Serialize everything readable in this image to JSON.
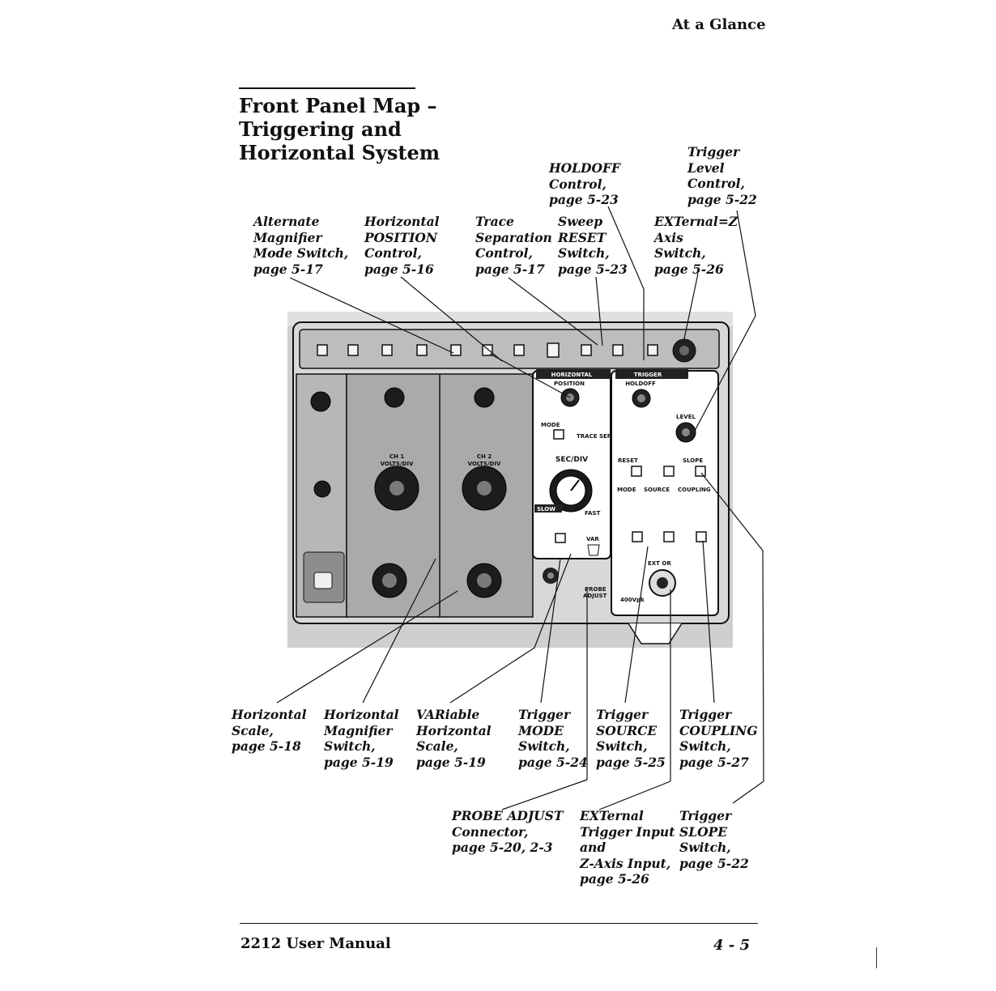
{
  "header": {
    "section": "At  a Glance"
  },
  "title": {
    "lines": [
      "Front Panel Map –",
      "Triggering and",
      "Horizontal System"
    ]
  },
  "callouts": {
    "holdoff": [
      "HOLDOFF",
      "Control,",
      "page 5-23"
    ],
    "trigger_level": [
      "Trigger",
      "Level",
      "Control,",
      "page 5-22"
    ],
    "alt_mag": [
      "Alternate",
      "Magnifier",
      "Mode Switch,",
      "page 5-17"
    ],
    "horiz_position": [
      "Horizontal",
      "POSITION",
      "Control,",
      "page 5-16"
    ],
    "trace_sep": [
      "Trace",
      "Separation",
      "Control,",
      "page 5-17"
    ],
    "sweep_reset": [
      "Sweep",
      "RESET",
      "Switch,",
      "page 5-23"
    ],
    "ext_z": [
      "EXTernal=Z",
      "Axis",
      "Switch,",
      "page 5-26"
    ],
    "horiz_scale": [
      "Horizontal",
      "Scale,",
      "page 5-18"
    ],
    "horiz_mag": [
      "Horizontal",
      "Magnifier",
      "Switch,",
      "page 5-19"
    ],
    "var_horiz": [
      "VARiable",
      "Horizontal",
      "Scale,",
      "page 5-19"
    ],
    "trig_mode": [
      "Trigger",
      "MODE",
      "Switch,",
      "page 5-24"
    ],
    "trig_source": [
      "Trigger",
      "SOURCE",
      "Switch,",
      "page 5-25"
    ],
    "trig_coupling": [
      "Trigger",
      "COUPLING",
      "Switch,",
      "page 5-27"
    ],
    "probe_adjust": [
      "PROBE ADJUST",
      "Connector,",
      "page 5-20, 2-3"
    ],
    "ext_input": [
      "EXTernal",
      "Trigger Input",
      "and",
      "Z-Axis Input,",
      "page 5-26"
    ],
    "trig_slope": [
      "Trigger",
      "SLOPE",
      "Switch,",
      "page 5-22"
    ]
  },
  "panel": {
    "horizontal": "HORIZONTAL",
    "position": "POSITION",
    "mode": "MODE",
    "trace_sep": "TRACE SEP",
    "sec_div": "SEC/DIV",
    "slow": "SLOW",
    "fast": "FAST",
    "var": "VAR",
    "probe_adjust": [
      "PROBE",
      "ADJUST"
    ],
    "trigger": "TRIGGER",
    "holdoff": "HOLDOFF",
    "level": "LEVEL",
    "reset": "RESET",
    "slope": "SLOPE",
    "mode2": "MODE",
    "source": "SOURCE",
    "coupling": "COUPLING",
    "ext_or_z": "EXT OR",
    "ch1": "CH 1",
    "ch2": "CH 2",
    "volts_div": "VOLTS/DIV",
    "vpk": "400Vpk"
  },
  "footer": {
    "manual": "2212  User Manual",
    "page": "4 - 5"
  }
}
